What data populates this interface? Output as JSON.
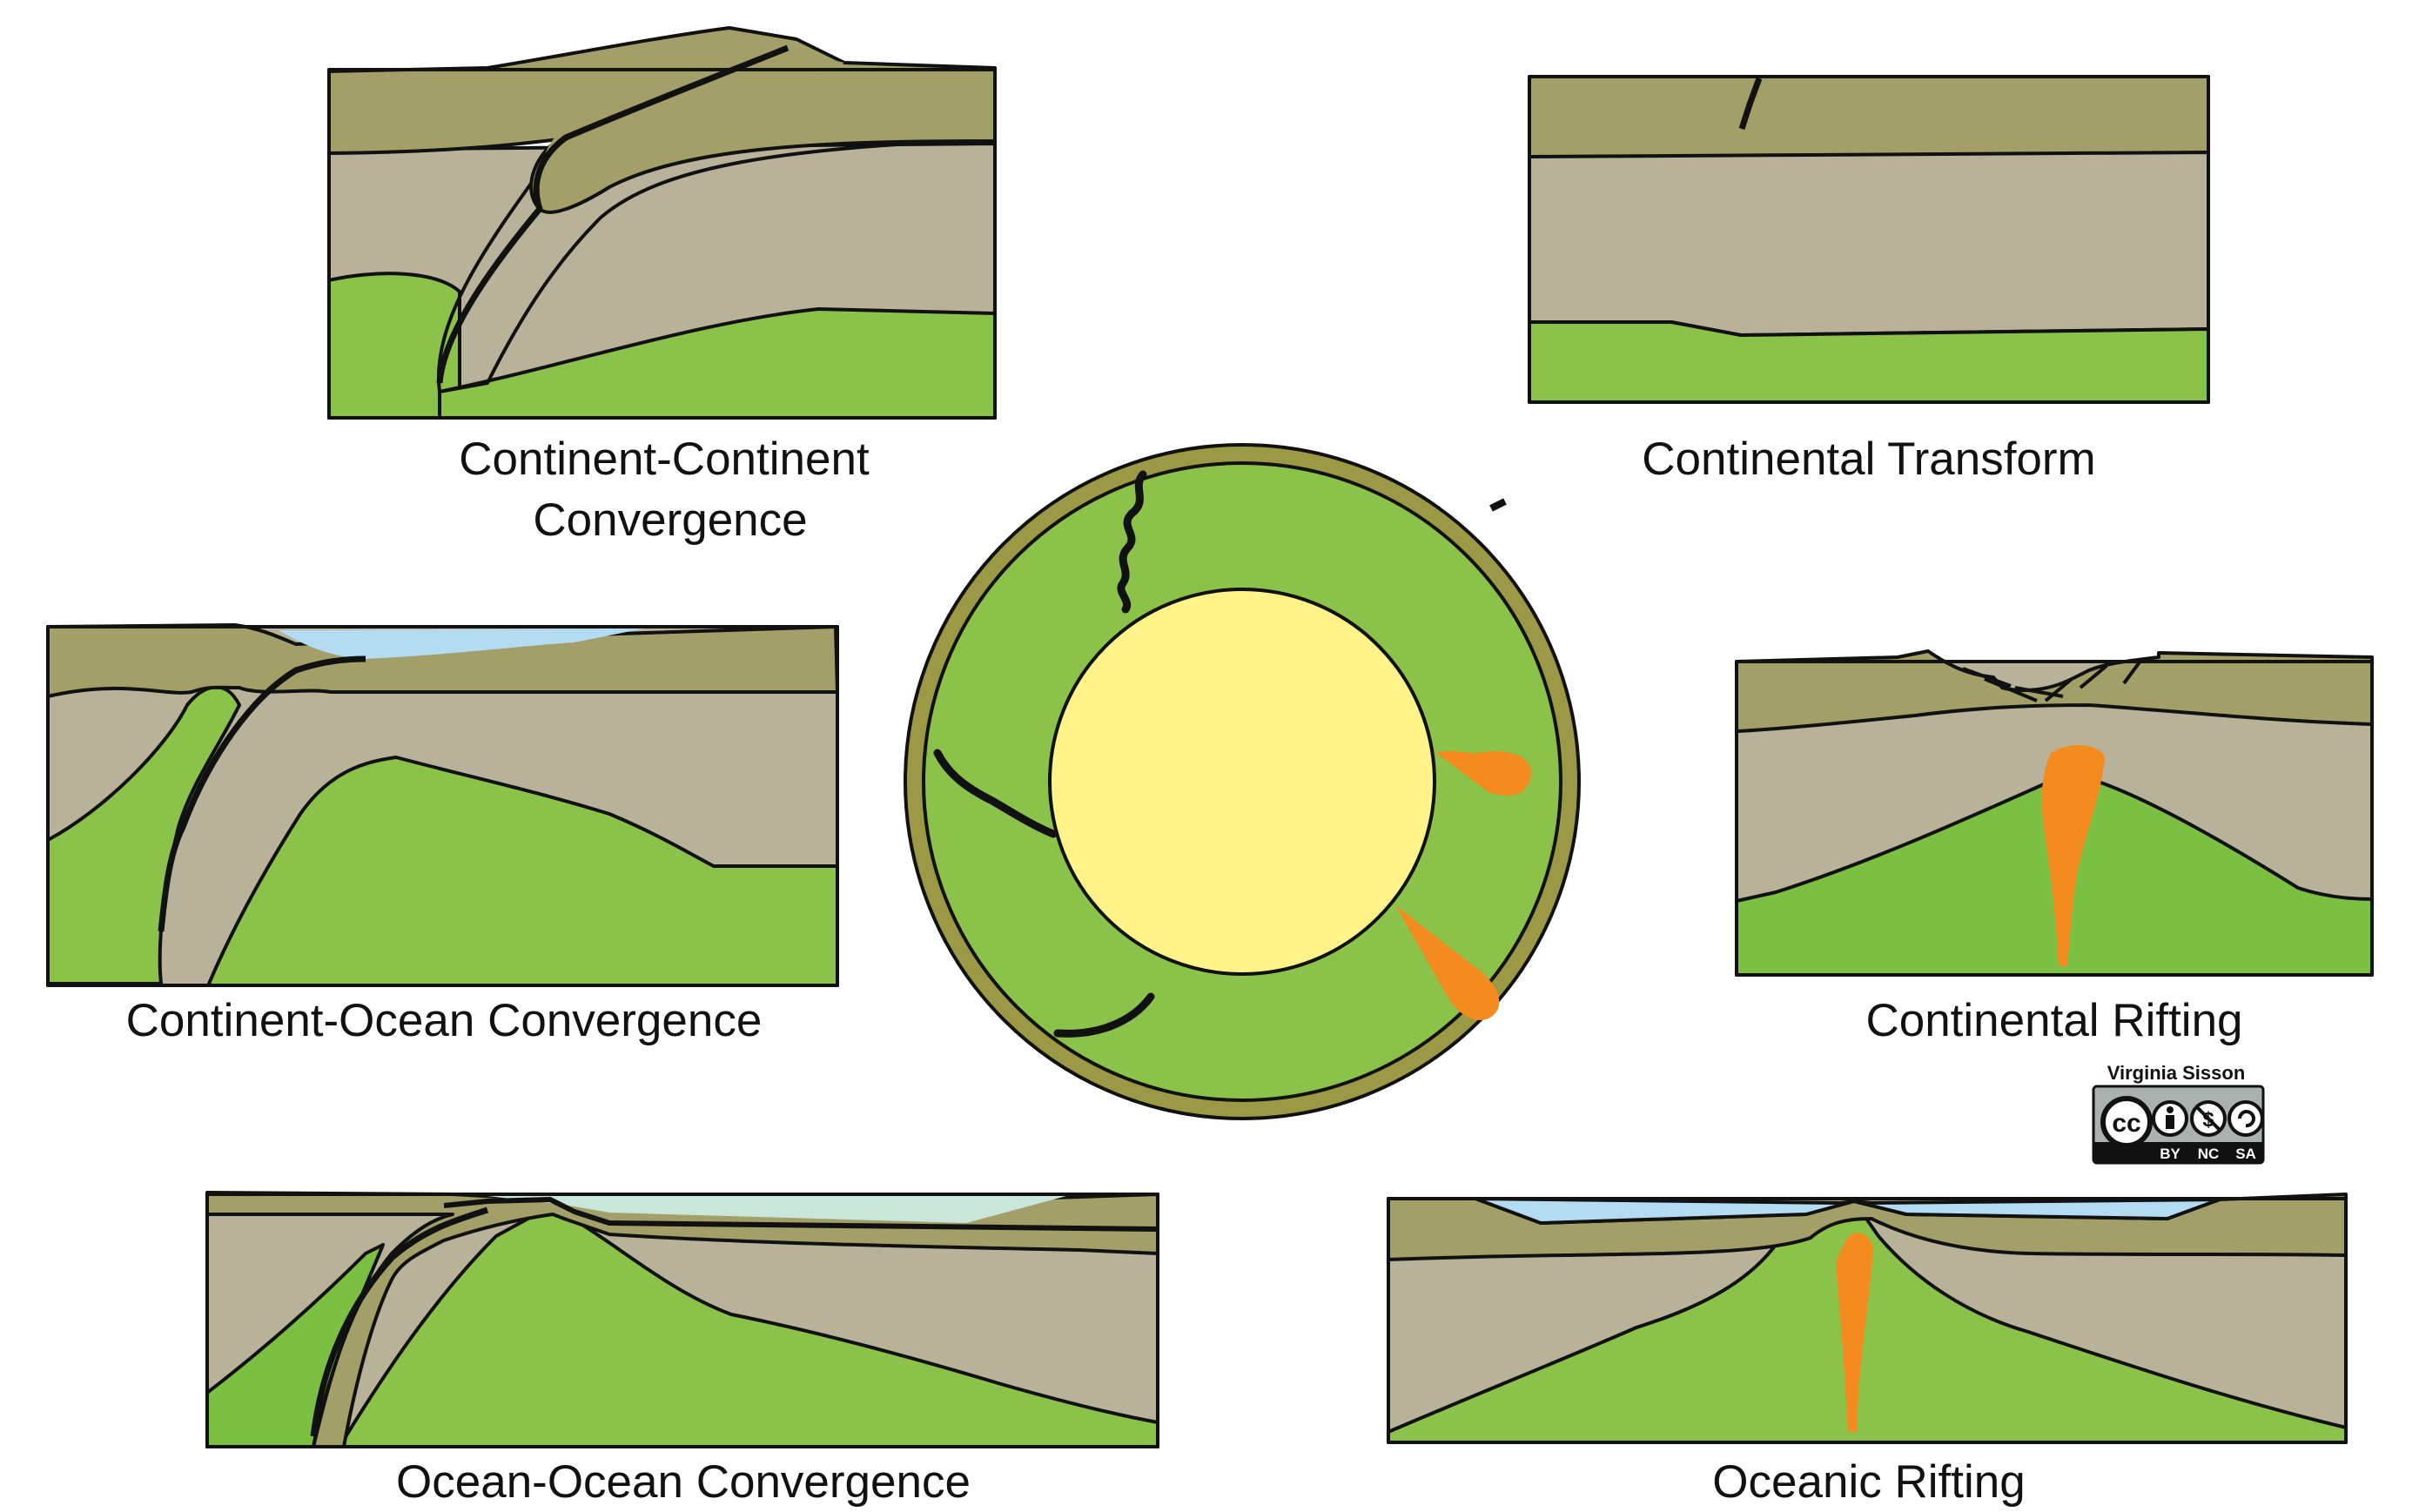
{
  "colors": {
    "crust": "#a39f68",
    "mantle": "#b9b29a",
    "asthenosphere": "#8bc34a",
    "core": "#fff38a",
    "earth_shell": "#9c9946",
    "ocean": "#b3dcf2",
    "shallow_sea": "#c9e6da",
    "magma": "#f48b1e",
    "outline": "#111111"
  },
  "panels": {
    "cc_convergence": {
      "line1": "Continent-Continent",
      "line2": "Convergence"
    },
    "continental_transform": {
      "label": "Continental Transform"
    },
    "co_convergence": {
      "label": "Continent-Ocean Convergence"
    },
    "continental_rifting": {
      "label": "Continental Rifting"
    },
    "oo_convergence": {
      "label": "Ocean-Ocean Convergence"
    },
    "oceanic_rifting": {
      "label": "Oceanic Rifting"
    }
  },
  "license": {
    "author": "Virginia Sisson",
    "cc": "cc",
    "by": "BY",
    "nc": "NC",
    "sa": "SA"
  }
}
